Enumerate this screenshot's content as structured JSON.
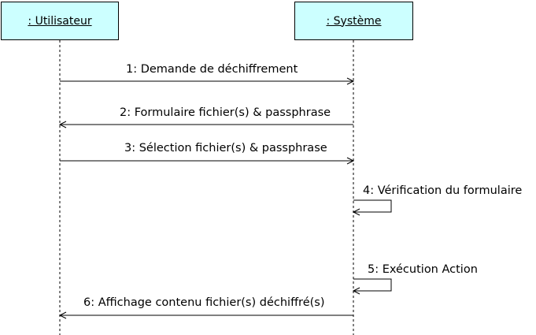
{
  "lifelines": {
    "user": {
      "label": ": Utilisateur"
    },
    "system": {
      "label": ": Système"
    }
  },
  "colors": {
    "lifeline_fill": "#ccffff",
    "stroke": "#000000"
  },
  "messages": [
    {
      "label": "1: Demande de déchiffrement",
      "from": "user",
      "to": "system"
    },
    {
      "label": "2: Formulaire fichier(s) & passphrase",
      "from": "system",
      "to": "user"
    },
    {
      "label": "3: Sélection fichier(s) & passphrase",
      "from": "user",
      "to": "system"
    },
    {
      "label": "4: Vérification du formulaire",
      "from": "system",
      "to": "system"
    },
    {
      "label": "5: Exécution Action",
      "from": "system",
      "to": "system"
    },
    {
      "label": "6: Affichage contenu fichier(s) déchiffré(s)",
      "from": "system",
      "to": "user"
    }
  ]
}
